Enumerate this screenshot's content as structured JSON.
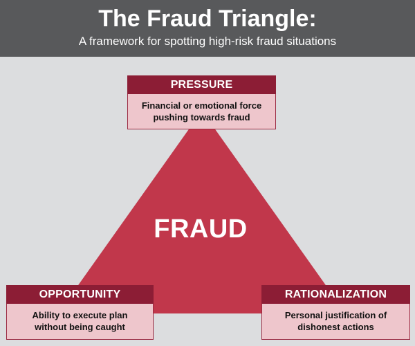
{
  "header": {
    "title": "The Fraud Triangle:",
    "subtitle": "A framework for spotting high-risk fraud situations"
  },
  "diagram": {
    "center_label": "FRAUD",
    "nodes": {
      "pressure": {
        "label": "PRESSURE",
        "description_line_1": "Financial or emotional force",
        "description_line_2": "pushing towards fraud"
      },
      "opportunity": {
        "label": "OPPORTUNITY",
        "description_line_1": "Ability to execute plan",
        "description_line_2": "without being caught"
      },
      "rationalization": {
        "label": "RATIONALIZATION",
        "description_line_1": "Personal justification of",
        "description_line_2": "dishonest actions"
      }
    }
  },
  "colors": {
    "background": "#dcdddf",
    "header_bg": "#58595b",
    "triangle": "#c1374b",
    "label_bg": "#8c1d35",
    "description_bg": "#eec6cc",
    "text_light": "#ffffff",
    "text_dark": "#111111"
  }
}
